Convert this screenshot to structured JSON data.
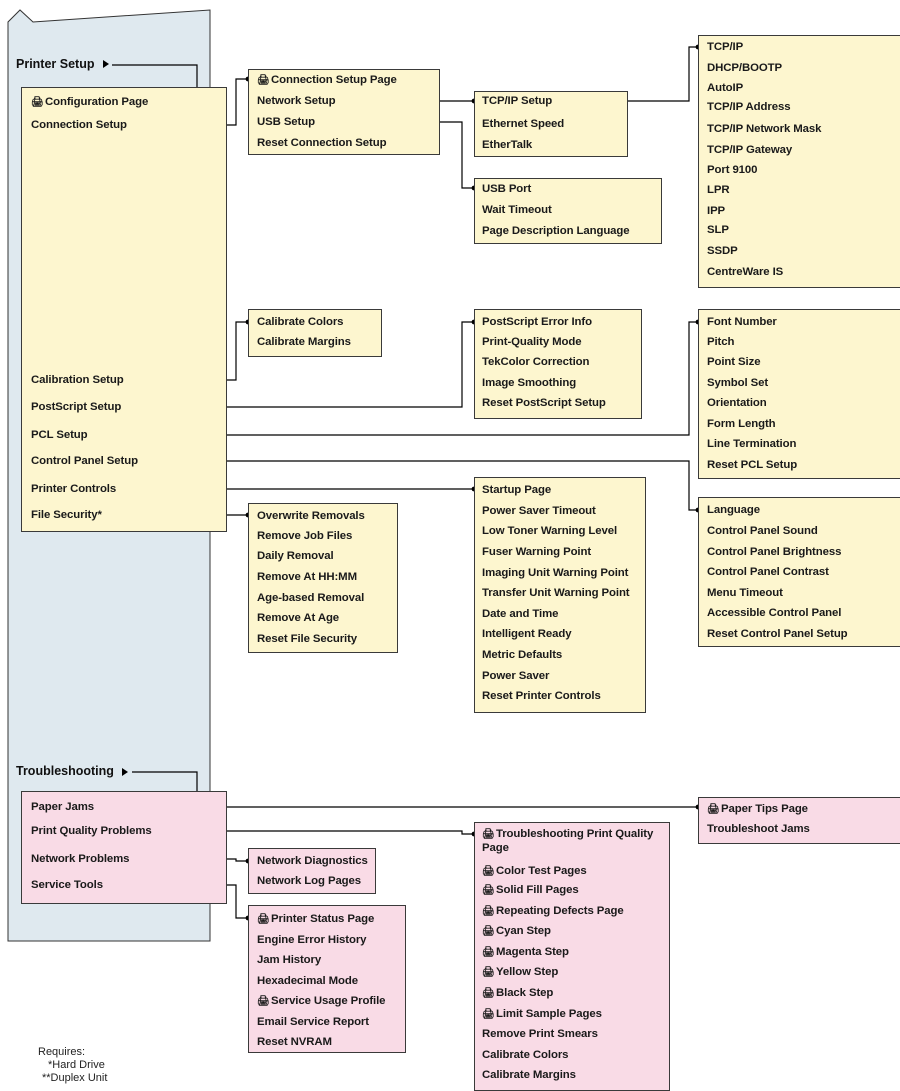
{
  "icon_glyph": "🖨",
  "colors": {
    "panel": "#dfe9ef",
    "setup_box": "#fdf6cf",
    "trouble_box": "#f9dbe6",
    "line": "#000000"
  },
  "headings": {
    "printer_setup": "Printer Setup",
    "troubleshooting": "Troubleshooting"
  },
  "printer_setup_menu": {
    "configuration_page": "Configuration Page",
    "connection_setup": "Connection Setup",
    "calibration_setup": "Calibration Setup",
    "postscript_setup": "PostScript Setup",
    "pcl_setup": "PCL Setup",
    "control_panel_setup": "Control Panel Setup",
    "printer_controls": "Printer Controls",
    "file_security": "File Security*"
  },
  "connection_setup_menu": {
    "connection_setup_page": "Connection Setup Page",
    "network_setup": "Network Setup",
    "usb_setup": "USB Setup",
    "reset_connection_setup": "Reset Connection Setup"
  },
  "network_setup_menu": {
    "tcpip_setup": "TCP/IP Setup",
    "ethernet_speed": "Ethernet Speed",
    "ethertalk": "EtherTalk"
  },
  "tcpip_menu": [
    "TCP/IP",
    "DHCP/BOOTP",
    "AutoIP",
    "TCP/IP Address",
    "TCP/IP Network Mask",
    "TCP/IP Gateway",
    "Port 9100",
    "LPR",
    "IPP",
    "SLP",
    "SSDP",
    "CentreWare IS"
  ],
  "usb_menu": [
    "USB Port",
    "Wait Timeout",
    "Page Description Language"
  ],
  "calibration_menu": [
    "Calibrate Colors",
    "Calibrate Margins"
  ],
  "postscript_menu": [
    "PostScript Error Info",
    "Print-Quality Mode",
    "TekColor Correction",
    "Image Smoothing",
    "Reset PostScript Setup"
  ],
  "pcl_menu": [
    "Font Number",
    "Pitch",
    "Point Size",
    "Symbol Set",
    "Orientation",
    "Form Length",
    "Line Termination",
    "Reset PCL Setup"
  ],
  "control_panel_menu": [
    "Language",
    "Control Panel Sound",
    "Control Panel Brightness",
    "Control Panel Contrast",
    "Menu Timeout",
    "Accessible Control Panel",
    "Reset Control Panel Setup"
  ],
  "printer_controls_menu": [
    "Startup Page",
    "Power Saver Timeout",
    "Low Toner Warning Level",
    "Fuser Warning Point",
    "Imaging Unit Warning Point",
    "Transfer Unit Warning Point",
    "Date and Time",
    "Intelligent Ready",
    "Metric Defaults",
    "Power Saver",
    "Reset Printer Controls"
  ],
  "file_security_menu": [
    "Overwrite Removals",
    "Remove Job Files",
    "Daily Removal",
    "Remove At HH:MM",
    "Age-based Removal",
    "Remove At Age",
    "Reset File Security"
  ],
  "troubleshooting_menu": {
    "paper_jams": "Paper Jams",
    "print_quality_problems": "Print Quality Problems",
    "network_problems": "Network Problems",
    "service_tools": "Service Tools"
  },
  "paper_jams_menu": {
    "paper_tips_page": "Paper Tips Page",
    "troubleshoot_jams": "Troubleshoot Jams"
  },
  "print_quality_menu": {
    "troubleshooting_print_quality_page": "Troubleshooting Print Quality Page",
    "color_test_pages": "Color Test Pages",
    "solid_fill_pages": "Solid Fill Pages",
    "repeating_defects_page": "Repeating Defects Page",
    "cyan_step": "Cyan Step",
    "magenta_step": "Magenta Step",
    "yellow_step": "Yellow Step",
    "black_step": "Black Step",
    "limit_sample_pages": "Limit Sample Pages",
    "remove_print_smears": "Remove Print Smears",
    "calibrate_colors": "Calibrate Colors",
    "calibrate_margins": "Calibrate Margins"
  },
  "network_problems_menu": [
    "Network Diagnostics",
    "Network Log Pages"
  ],
  "service_tools_menu": {
    "printer_status_page": "Printer Status Page",
    "engine_error_history": "Engine Error History",
    "jam_history": "Jam History",
    "hexadecimal_mode": "Hexadecimal Mode",
    "service_usage_profile": "Service Usage Profile",
    "email_service_report": "Email Service Report",
    "reset_nvram": "Reset NVRAM"
  },
  "footnote": {
    "title": "Requires:",
    "hard_drive": "*Hard Drive",
    "duplex_unit": "**Duplex Unit"
  }
}
